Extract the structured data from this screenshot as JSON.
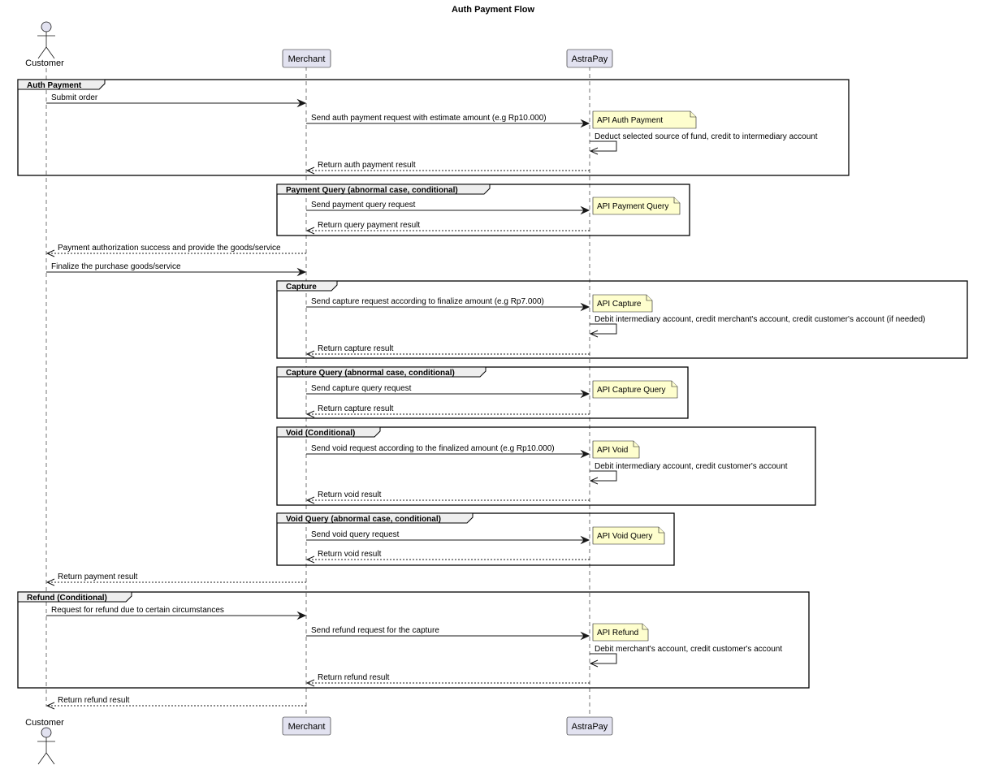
{
  "title": "Auth Payment Flow",
  "participants": [
    {
      "id": "customer",
      "label": "Customer",
      "kind": "actor"
    },
    {
      "id": "merchant",
      "label": "Merchant",
      "kind": "participant"
    },
    {
      "id": "astrapay",
      "label": "AstraPay",
      "kind": "participant"
    }
  ],
  "frames": [
    {
      "label": "Auth Payment"
    },
    {
      "label": "Payment Query (abnormal case, conditional)"
    },
    {
      "label": "Capture"
    },
    {
      "label": "Capture Query (abnormal case, conditional)"
    },
    {
      "label": "Void (Conditional)"
    },
    {
      "label": "Void Query (abnormal case, conditional)"
    },
    {
      "label": "Refund (Conditional)"
    }
  ],
  "messages": [
    {
      "from": "customer",
      "to": "merchant",
      "text": "Submit order",
      "style": "solid"
    },
    {
      "from": "merchant",
      "to": "astrapay",
      "text": "Send auth payment request with estimate amount (e.g Rp10.000)",
      "style": "solid"
    },
    {
      "from": "astrapay",
      "to": "astrapay",
      "text": "Deduct selected source of fund, credit to intermediary account",
      "style": "self"
    },
    {
      "from": "astrapay",
      "to": "merchant",
      "text": "Return auth payment result",
      "style": "dashed"
    },
    {
      "from": "merchant",
      "to": "astrapay",
      "text": "Send payment query request",
      "style": "solid"
    },
    {
      "from": "astrapay",
      "to": "merchant",
      "text": "Return query payment result",
      "style": "dashed"
    },
    {
      "from": "merchant",
      "to": "customer",
      "text": "Payment authorization success and provide the goods/service",
      "style": "dashed"
    },
    {
      "from": "customer",
      "to": "merchant",
      "text": "Finalize the purchase goods/service",
      "style": "solid"
    },
    {
      "from": "merchant",
      "to": "astrapay",
      "text": "Send capture request according to finalize amount (e.g Rp7.000)",
      "style": "solid"
    },
    {
      "from": "astrapay",
      "to": "astrapay",
      "text": "Debit intermediary account, credit merchant's account, credit customer's account (if needed)",
      "style": "self"
    },
    {
      "from": "astrapay",
      "to": "merchant",
      "text": "Return capture result",
      "style": "dashed"
    },
    {
      "from": "merchant",
      "to": "astrapay",
      "text": "Send capture query request",
      "style": "solid"
    },
    {
      "from": "astrapay",
      "to": "merchant",
      "text": "Return capture result",
      "style": "dashed"
    },
    {
      "from": "merchant",
      "to": "astrapay",
      "text": "Send void request according to the finalized amount (e.g Rp10.000)",
      "style": "solid"
    },
    {
      "from": "astrapay",
      "to": "astrapay",
      "text": "Debit intermediary account, credit customer's account",
      "style": "self"
    },
    {
      "from": "astrapay",
      "to": "merchant",
      "text": "Return void result",
      "style": "dashed"
    },
    {
      "from": "merchant",
      "to": "astrapay",
      "text": "Send void query request",
      "style": "solid"
    },
    {
      "from": "astrapay",
      "to": "merchant",
      "text": "Return void result",
      "style": "dashed"
    },
    {
      "from": "merchant",
      "to": "customer",
      "text": "Return payment result",
      "style": "dashed"
    },
    {
      "from": "customer",
      "to": "merchant",
      "text": "Request for refund due to certain circumstances",
      "style": "solid"
    },
    {
      "from": "merchant",
      "to": "astrapay",
      "text": "Send refund request for the capture",
      "style": "solid"
    },
    {
      "from": "astrapay",
      "to": "astrapay",
      "text": "Debit merchant's account, credit customer's account",
      "style": "self"
    },
    {
      "from": "astrapay",
      "to": "merchant",
      "text": "Return refund result",
      "style": "dashed"
    },
    {
      "from": "merchant",
      "to": "customer",
      "text": "Return refund result",
      "style": "dashed"
    }
  ],
  "notes": [
    {
      "text": "API Auth Payment"
    },
    {
      "text": "API Payment Query"
    },
    {
      "text": "API Capture"
    },
    {
      "text": "API Capture Query"
    },
    {
      "text": "API Void"
    },
    {
      "text": "API Void Query"
    },
    {
      "text": "API Refund"
    }
  ]
}
